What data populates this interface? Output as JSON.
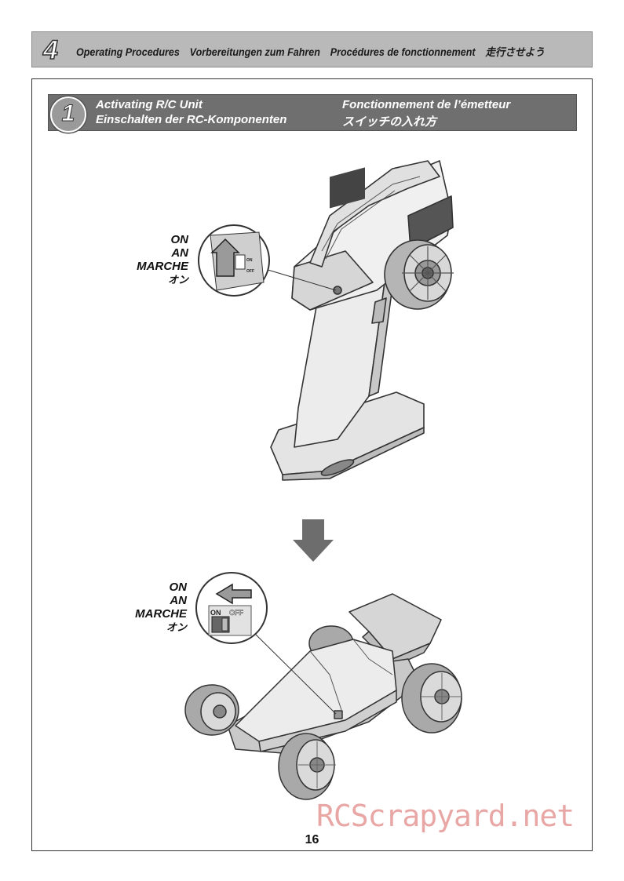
{
  "header": {
    "section_number": "4",
    "titles": [
      "Operating Procedures",
      "Vorbereitungen zum Fahren",
      "Procédures de fonctionnement",
      "走行させよう"
    ]
  },
  "step": {
    "number": "1",
    "title_en": "Activating R/C Unit",
    "title_de": "Einschalten der RC-Komponenten",
    "title_fr": "Fonctionnement de l’émetteur",
    "title_ja": "スイッチの入れ方"
  },
  "transmitter_callout": {
    "label_lines": [
      "ON",
      "AN",
      "MARCHE",
      "オン"
    ],
    "switch_on": "ON",
    "switch_off": "OFF"
  },
  "car_callout": {
    "label_lines": [
      "ON",
      "AN",
      "MARCHE",
      "オン"
    ],
    "switch_on": "ON",
    "switch_off": "OFF"
  },
  "footer": {
    "page_number": "16",
    "watermark": "RCScrapyard.net"
  }
}
